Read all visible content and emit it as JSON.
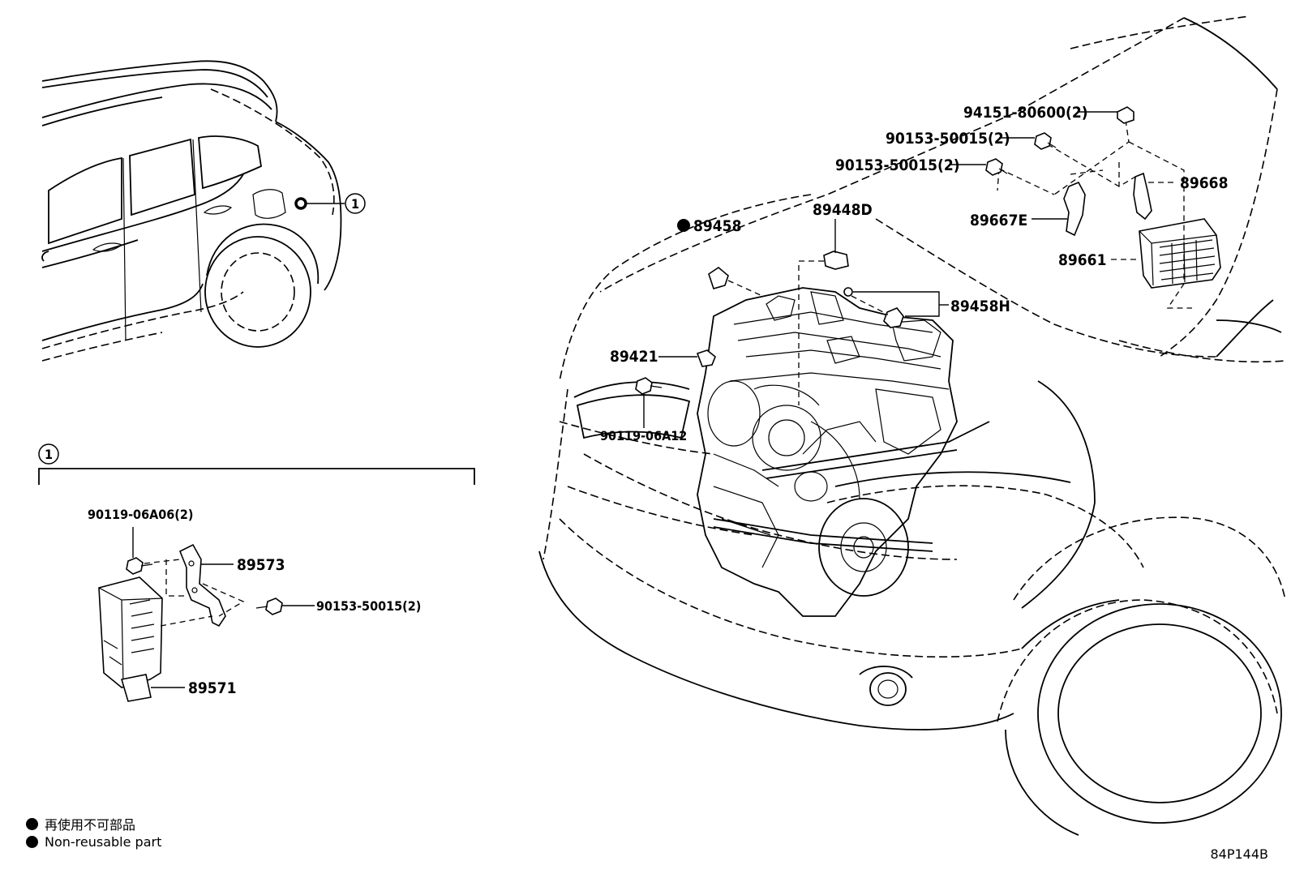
{
  "callouts": {
    "ref_marker": "1",
    "inset_marker": "1"
  },
  "labels": {
    "p94151": "94151-80600(2)",
    "p90153_a": "90153-50015(2)",
    "p90153_b": "90153-50015(2)",
    "p89668": "89668",
    "p89667e": "89667E",
    "p89661": "89661",
    "p89458": "89458",
    "p89448d": "89448D",
    "p89458h": "89458H",
    "p89421": "89421",
    "p90119_06a12": "90119-06A12",
    "p90119_06a06": "90119-06A06(2)",
    "p89573": "89573",
    "p90153_c": "90153-50015(2)",
    "p89571": "89571"
  },
  "legend": {
    "jp": "再使用不可部品",
    "en": "Non-reusable part"
  },
  "diagram_code": "84P144B"
}
